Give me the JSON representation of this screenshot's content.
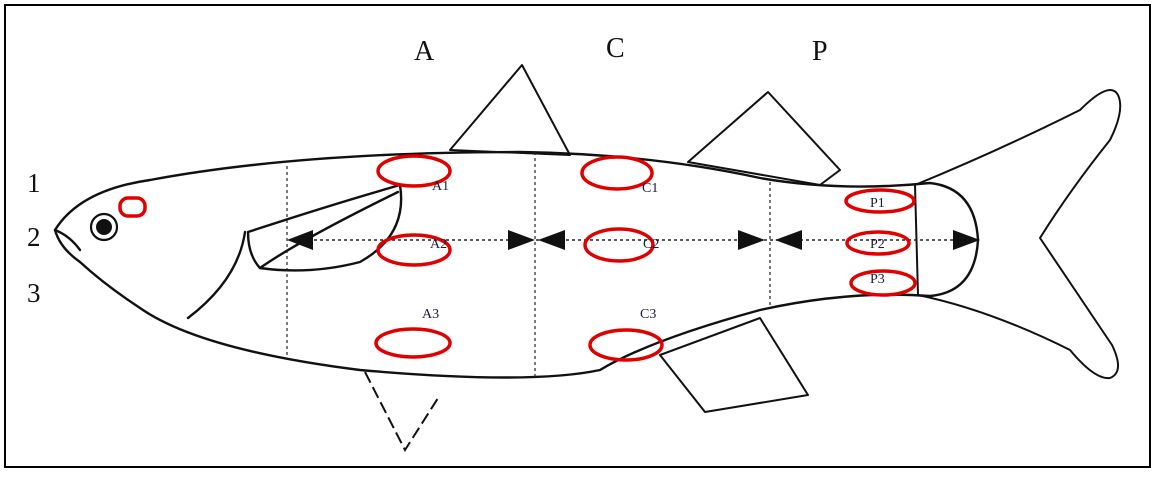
{
  "section_labels": {
    "anterior": "A",
    "central": "C",
    "posterior": "P"
  },
  "row_labels": {
    "row1": "1",
    "row2": "2",
    "row3": "3"
  },
  "sampling_sites": {
    "a1": "A1",
    "a2": "A2",
    "a3": "A3",
    "c1": "C1",
    "c2": "C2",
    "c3": "C3",
    "p1": "P1",
    "p2": "P2",
    "p3": "P3"
  },
  "colors": {
    "site_marker": "#e00000",
    "outline": "#111111",
    "border": "#000000"
  }
}
